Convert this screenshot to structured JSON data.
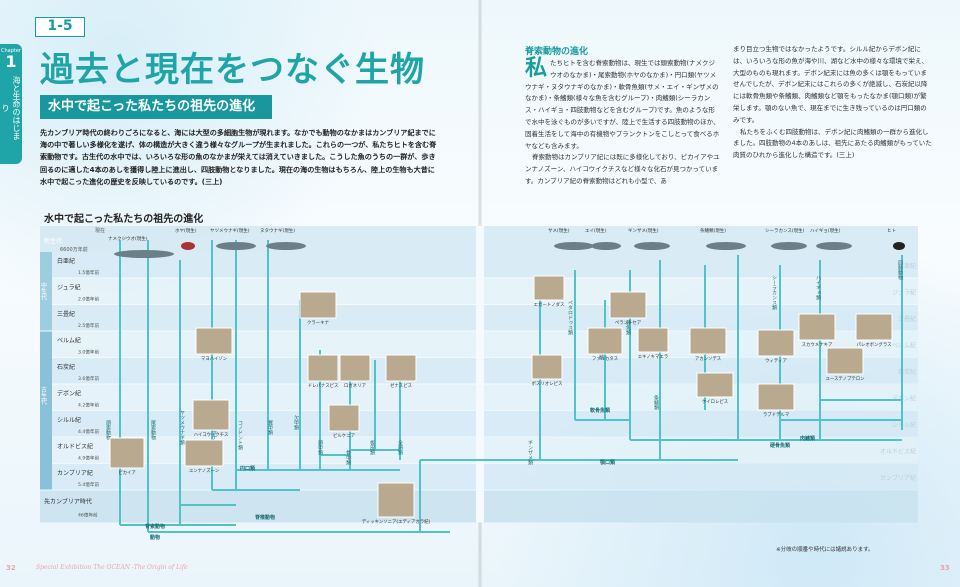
{
  "pages": {
    "left": "32",
    "right": "33"
  },
  "footer_text": "Special Exhibition The OCEAN -The Origin of Life",
  "chapter": {
    "label": "Chapter",
    "number": "1",
    "title": "海と生命のはじまり"
  },
  "section_number": "1-5",
  "title": "過去と現在をつなぐ生物",
  "subtitle": "水中で起こった私たちの祖先の進化",
  "intro": "先カンブリア時代の終わりごろになると、海には大型の多細胞生物が現れます。なかでも動物のなかまはカンブリア紀までに海の中で著しい多様化を遂げ、体の構造が大きく違う様々なグループが生まれました。これらの一つが、私たちヒトを含む脊索動物です。古生代の水中では、いろいろな形の魚のなかまが栄えては消えていきました。こうした魚のうちの一群が、歩き回るのに適した4本のあしを獲得し陸上に進出し、四肢動物となりました。現在の海の生物はもちろん、陸上の生物も大昔に水中で起こった進化の歴史を反映しているのです。(三上)",
  "column_heading": "脊索動物の進化",
  "column1": {
    "dropcap": "私",
    "text1": "たちヒトを含む脊索動物は、現生では頭索動物(ナメクジウオのなかま)・尾索動物(ホヤのなかま)・円口類(ヤツメウナギ・ヌタウナギのなかま)・軟骨魚類(サメ・エイ・ギンザメのなかま)・条鰭類(様々な魚を含むグループ)・肉鰭類(シーラカンス・ハイギョ・四肢動物などを含むグループ)です。魚のような形で水中を泳ぐものが多いですが、陸上で生活する四肢動物のほか、固着生活をして海中の有機物やプランクトンをこしとって食べるホヤなども含みます。",
    "text2": "脊索動物はカンブリア紀には既に多様化しており、ピカイアやユンナノズーン、ハイコウイクチスなど様々な化石が見つかっています。カンブリア紀の脊索動物はどれも小型で、あ"
  },
  "column2": {
    "text1": "まり目立つ生物ではなかったようです。シルル紀からデボン紀には、いろいろな形の魚が海や川、湖など水中の様々な環境で栄え、大型のものも現れます。デボン紀末には魚の多くは顎をもっていませんでしたが、デボン紀末にはこれらの多くが絶滅し、石炭紀以降には軟骨魚類や条鰭類、肉鰭類など顎をもったなかま(顎口類)が繁栄します。顎のない魚で、現在までに生き残っているのは円口類のみです。",
    "text2": "私たちをふくむ四肢動物は、デボン紀に肉鰭類の一群から進化しました。四肢動物の4本のあしは、祖先にあたる肉鰭類がもっていた肉質のひれから進化した構造です。(三上)"
  },
  "chart": {
    "title": "水中で起こった私たちの祖先の進化",
    "present_label": "現在",
    "present_age": "6600万年前",
    "eras": [
      "新生代",
      "中生代",
      "古生代"
    ],
    "periods": [
      {
        "name": "白亜紀",
        "age": "1.5億年前"
      },
      {
        "name": "ジュラ紀",
        "age": "2.0億年前"
      },
      {
        "name": "三畳紀",
        "age": "2.5億年前"
      },
      {
        "name": "ペルム紀",
        "age": "3.0億年前"
      },
      {
        "name": "石炭紀",
        "age": "3.6億年前"
      },
      {
        "name": "デボン紀",
        "age": "4.2億年前"
      },
      {
        "name": "シルル紀",
        "age": "4.4億年前"
      },
      {
        "name": "オルドビス紀",
        "age": "4.9億年前"
      },
      {
        "name": "カンブリア紀",
        "age": "5.4億年前"
      }
    ],
    "precambrian": {
      "name": "先カンブリア時代",
      "age": "46億年前"
    },
    "right_period_labels": [
      "白亜紀",
      "ジュラ紀",
      "三畳紀",
      "ペルム紀",
      "石炭紀",
      "デボン紀",
      "シルル紀",
      "オルドビス紀",
      "カンブリア紀"
    ],
    "living_taxa": [
      "ナメクジウオ(現生)",
      "ホヤ(現生)",
      "ヤツメウナギ(現生)",
      "ヌタウナギ(現生)",
      "サメ(現生)",
      "エイ(現生)",
      "ギンザメ(現生)",
      "条鰭類(現生)",
      "シーラカンス(現生)",
      "ハイギョ(現生)",
      "ヒト"
    ],
    "fossils": [
      "ピカイア",
      "ユンナノズーン",
      "ハイコウイクチス",
      "マヨハイゾン",
      "クラーキナ",
      "ドレパナスピス",
      "ロガネリア",
      "ゼナスピス",
      "ビルケニア",
      "ディッキンソニア(エディアカラ紀)",
      "ボスリオレピス",
      "エガートノダス",
      "ペラントセア",
      "ファルカタス",
      "エキノキマエラ",
      "アカンソデス",
      "ケイロレピス",
      "ウィティア",
      "スカウメナキア",
      "ユーステノプテロン",
      "パレオボングラス",
      "ラブドデルマ"
    ],
    "lineages": [
      "頭索動物",
      "尾索動物",
      "ヤツメウナギ類",
      "ヌタウナギ類",
      "コノドント類",
      "翼甲類",
      "欠甲類",
      "頭甲類",
      "骨甲類",
      "板皮類",
      "全頭類",
      "ギンザメ類",
      "ペタロドゥス類",
      "板鰓類",
      "棘魚類",
      "条鰭類",
      "シーラカンス類",
      "ハイギョ類",
      "四肢動物"
    ],
    "clades": [
      "脊索動物",
      "動物",
      "脊椎動物",
      "円口類",
      "顎口類",
      "軟骨魚類",
      "硬骨魚類",
      "肉鰭類"
    ],
    "note": "※分岐の順番や時代には諸説あります。"
  }
}
